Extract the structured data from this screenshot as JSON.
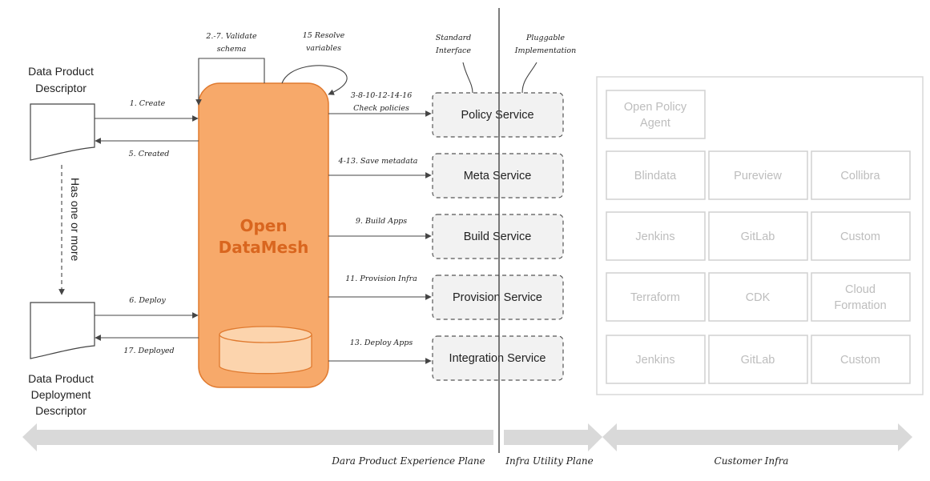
{
  "descriptors": {
    "source_lines": [
      "Data Product",
      "Descriptor"
    ],
    "target_lines": [
      "Data Product",
      "Deployment",
      "Descriptor"
    ],
    "relation": "Has one or more"
  },
  "core": {
    "name_lines": [
      "Open",
      "DataMesh"
    ],
    "fill_color": "#f7a96a",
    "text_color": "#d9661f"
  },
  "annotations": {
    "validate_lines": [
      "2.-7. Validate",
      "schema"
    ],
    "resolve_lines": [
      "15 Resolve",
      "variables"
    ],
    "standard_lines": [
      "Standard",
      "Interface"
    ],
    "pluggable_lines": [
      "Pluggable",
      "Implementation"
    ]
  },
  "flows": {
    "create": "1. Create",
    "created": "5. Created",
    "deploy": "6. Deploy",
    "deployed": "17. Deployed",
    "policy_lines": [
      "3-8-10-12-14-16",
      "Check policies"
    ],
    "meta": "4-13. Save metadata",
    "build": "9. Build Apps",
    "provision": "11. Provision Infra",
    "integration": "13. Deploy Apps"
  },
  "services": [
    "Policy Service",
    "Meta Service",
    "Build Service",
    "Provision Service",
    "Integration Service"
  ],
  "tools": {
    "policy": [
      "Open Policy",
      "Agent"
    ],
    "meta": [
      "Blindata",
      "Pureview",
      "Collibra"
    ],
    "build": [
      "Jenkins",
      "GitLab",
      "Custom"
    ],
    "provision": [
      "Terraform",
      "CDK",
      "Cloud Formation"
    ],
    "integration": [
      "Jenkins",
      "GitLab",
      "Custom"
    ]
  },
  "planes": {
    "experience": "Dara Product Experience Plane",
    "utility": "Infra Utility Plane",
    "customer": "Customer Infra"
  }
}
